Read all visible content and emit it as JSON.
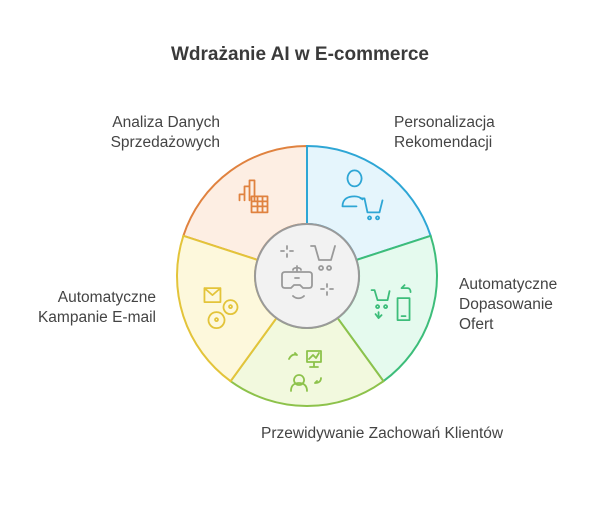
{
  "title": "Wdrażanie AI w E-commerce",
  "segments": [
    {
      "label_lines": [
        "Analiza Danych",
        "Sprzedażowych"
      ],
      "icon": "chart-table-icon",
      "fill": "#fdeee3",
      "stroke": "#e0823f"
    },
    {
      "label_lines": [
        "Personalizacja",
        "Rekomendacji"
      ],
      "icon": "person-cart-icon",
      "fill": "#e5f5fc",
      "stroke": "#2ea6d5"
    },
    {
      "label_lines": [
        "Automatyczne",
        "Dopasowanie",
        "Ofert"
      ],
      "icon": "cart-phone-icon",
      "fill": "#e5faee",
      "stroke": "#3dbd7a"
    },
    {
      "label_lines": [
        "Przewidywanie Zachowań Klientów"
      ],
      "icon": "person-chart-icon",
      "fill": "#f2f9de",
      "stroke": "#8dc24b"
    },
    {
      "label_lines": [
        "Automatyczne",
        "Kampanie E-mail"
      ],
      "icon": "email-gears-icon",
      "fill": "#fdf8dc",
      "stroke": "#e3c43a"
    }
  ],
  "center": {
    "icon": "vr-headset-cart-icon",
    "fill": "#f2f2f2",
    "stroke": "#9a9a9a"
  }
}
